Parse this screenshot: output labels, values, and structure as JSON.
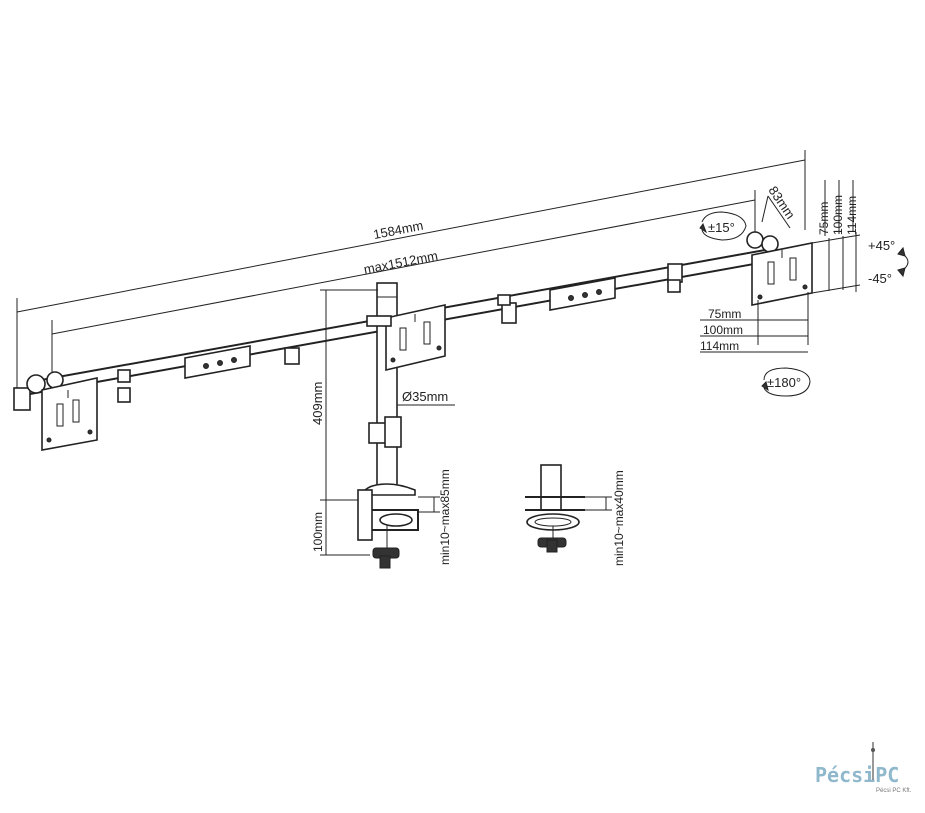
{
  "dimensions": {
    "overall_width": "1584mm",
    "max_arm_span": "max1512mm",
    "arm_depth": "83mm",
    "pole_height": "409mm",
    "pole_diameter": "Ø35mm",
    "clamp_height": "100mm",
    "clamp_range": "min10~max85mm",
    "grommet_range": "min10~max40mm",
    "vesa_small_h": "75mm",
    "vesa_mid_h": "100mm",
    "vesa_large_h": "114mm",
    "vesa_small_v": "75mm",
    "vesa_mid_v": "100mm",
    "vesa_large_v": "114mm"
  },
  "rotation": {
    "tilt": "±15°",
    "swivel_up": "+45°",
    "swivel_down": "-45°",
    "rotate": "±180°"
  },
  "watermark": {
    "brand": "PécsiPC",
    "tagline": "Pécsi PC Kft."
  }
}
